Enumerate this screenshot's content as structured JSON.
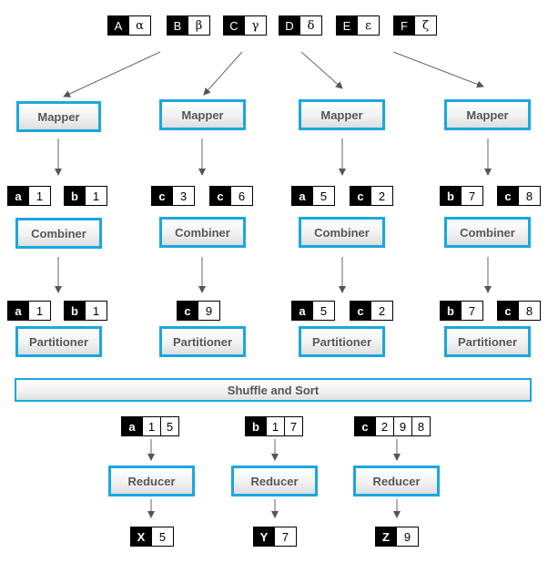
{
  "inputs": [
    {
      "key": "A",
      "value": "α"
    },
    {
      "key": "B",
      "value": "β"
    },
    {
      "key": "C",
      "value": "γ"
    },
    {
      "key": "D",
      "value": "δ"
    },
    {
      "key": "E",
      "value": "ε"
    },
    {
      "key": "F",
      "value": "ζ"
    }
  ],
  "labels": {
    "mapper": "Mapper",
    "combiner": "Combiner",
    "partitioner": "Partitioner",
    "shuffle": "Shuffle and Sort",
    "reducer": "Reducer"
  },
  "mapper_outputs": [
    [
      {
        "key": "a",
        "value": "1"
      },
      {
        "key": "b",
        "value": "1"
      }
    ],
    [
      {
        "key": "c",
        "value": "3"
      },
      {
        "key": "c",
        "value": "6"
      }
    ],
    [
      {
        "key": "a",
        "value": "5"
      },
      {
        "key": "c",
        "value": "2"
      }
    ],
    [
      {
        "key": "b",
        "value": "7"
      },
      {
        "key": "c",
        "value": "8"
      }
    ]
  ],
  "combiner_outputs": [
    [
      {
        "key": "a",
        "value": "1"
      },
      {
        "key": "b",
        "value": "1"
      }
    ],
    [
      {
        "key": "c",
        "value": "9"
      }
    ],
    [
      {
        "key": "a",
        "value": "5"
      },
      {
        "key": "c",
        "value": "2"
      }
    ],
    [
      {
        "key": "b",
        "value": "7"
      },
      {
        "key": "c",
        "value": "8"
      }
    ]
  ],
  "reducer_inputs": [
    {
      "key": "a",
      "values": [
        "1",
        "5"
      ]
    },
    {
      "key": "b",
      "values": [
        "1",
        "7"
      ]
    },
    {
      "key": "c",
      "values": [
        "2",
        "9",
        "8"
      ]
    }
  ],
  "outputs": [
    {
      "key": "X",
      "value": "5"
    },
    {
      "key": "Y",
      "value": "7"
    },
    {
      "key": "Z",
      "value": "9"
    }
  ]
}
